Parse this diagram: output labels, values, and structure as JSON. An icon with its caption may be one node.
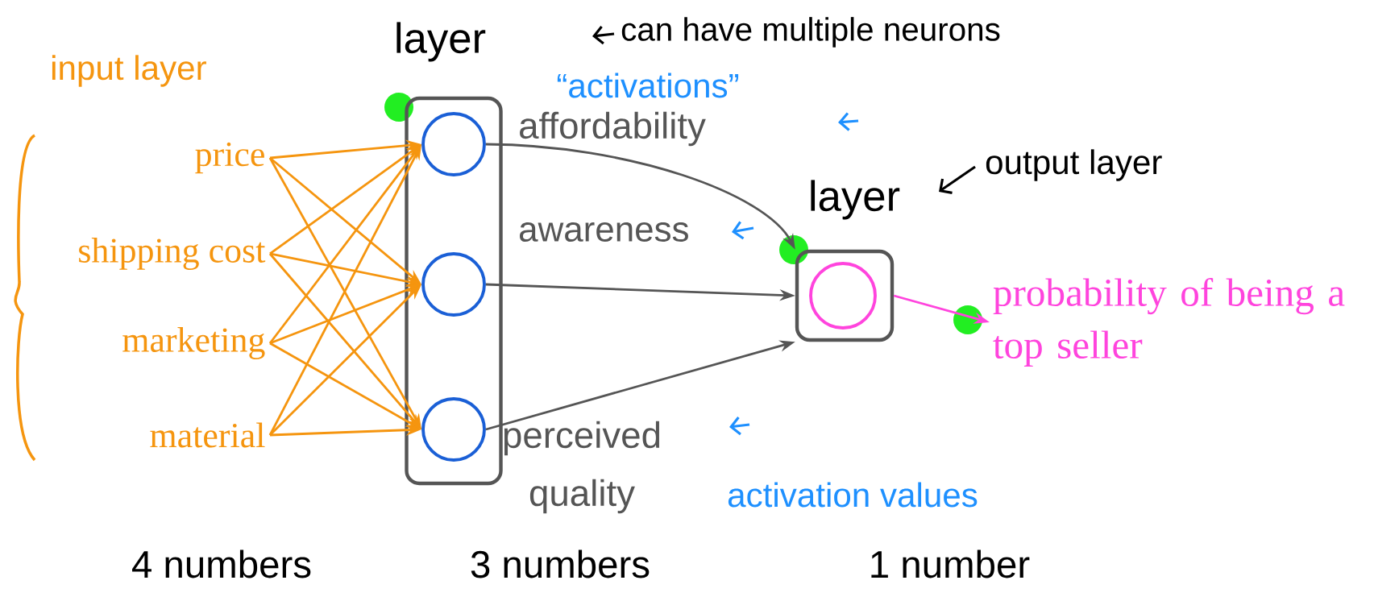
{
  "diagram": {
    "nodes": [
      {
        "text": [
          "price"
        ]
      },
      {
        "text": [
          "shipping cost"
        ]
      },
      {
        "text": [
          "marketing"
        ]
      },
      {
        "text": [
          "material"
        ]
      },
      {
        "text": [
          "layer"
        ]
      },
      {
        "text": [],
        "shape": "circle",
        "in": 4
      },
      {
        "text": [],
        "shape": "circle",
        "in": 4
      },
      {
        "text": [],
        "shape": "circle",
        "in": 4
      },
      {
        "text": [
          "layer"
        ]
      },
      {
        "text": [],
        "shape": "circle",
        "in": 8
      },
      {
        "text": [
          "probability of being a top seller"
        ]
      }
    ],
    "edges": [
      {
        "from": 0,
        "to": 5,
        "arrow": "to"
      },
      {
        "from": 0,
        "to": 6,
        "arrow": "to"
      },
      {
        "from": 0,
        "to": 7,
        "arrow": "to"
      },
      {
        "from": 1,
        "to": 5,
        "arrow": "to"
      },
      {
        "from": 1,
        "to": 6,
        "arrow": "to"
      },
      {
        "from": 1,
        "to": 7,
        "arrow": "to"
      },
      {
        "from": 2,
        "to": 5,
        "arrow": "to"
      },
      {
        "from": 2,
        "to": 6,
        "arrow": "to"
      },
      {
        "from": 2,
        "to": 7,
        "arrow": "to"
      },
      {
        "from": 3,
        "to": 5,
        "arrow": "to"
      },
      {
        "from": 3,
        "to": 6,
        "arrow": "to"
      },
      {
        "from": 3,
        "to": 7,
        "arrow": "to"
      },
      {
        "from": 5,
        "to": 8,
        "arrow": "to",
        "color": "#555555"
      },
      {
        "from": 6,
        "to": 8,
        "arrow": "to",
        "color": "#555555"
      },
      {
        "from": 7,
        "to": 8,
        "arrow": "to",
        "color": "#555555"
      },
      {
        "from": 8,
        "to": 10,
        "arrow": "to",
        "color": "#ff44dd"
      }
    ],
    "labels": [
      "input layer",
      "“activations”",
      "affordability",
      "awareness",
      "perceived quality",
      "activation values",
      "can have multiple neurons",
      "output layer",
      "4 numbers",
      "3 numbers",
      "1 number"
    ]
  }
}
